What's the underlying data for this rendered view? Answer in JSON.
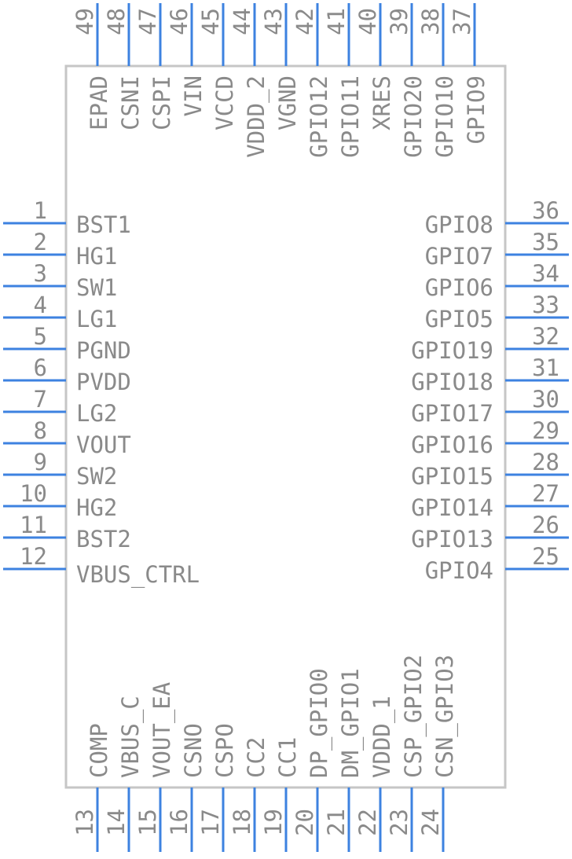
{
  "colors": {
    "pin": "#3d82e0",
    "body_outline": "#c6c6c6",
    "text": "#8a8a8a",
    "background": "#ffffff"
  },
  "left_pins": [
    {
      "num": "1",
      "label": "BST1"
    },
    {
      "num": "2",
      "label": "HG1"
    },
    {
      "num": "3",
      "label": "SW1"
    },
    {
      "num": "4",
      "label": "LG1"
    },
    {
      "num": "5",
      "label": "PGND"
    },
    {
      "num": "6",
      "label": "PVDD"
    },
    {
      "num": "7",
      "label": "LG2"
    },
    {
      "num": "8",
      "label": "VOUT"
    },
    {
      "num": "9",
      "label": "SW2"
    },
    {
      "num": "10",
      "label": "HG2"
    },
    {
      "num": "11",
      "label": "BST2"
    },
    {
      "num": "12",
      "label": "VBUS_CTRL"
    }
  ],
  "right_pins": [
    {
      "num": "36",
      "label": "GPIO8"
    },
    {
      "num": "35",
      "label": "GPIO7"
    },
    {
      "num": "34",
      "label": "GPIO6"
    },
    {
      "num": "33",
      "label": "GPIO5"
    },
    {
      "num": "32",
      "label": "GPIO19"
    },
    {
      "num": "31",
      "label": "GPIO18"
    },
    {
      "num": "30",
      "label": "GPIO17"
    },
    {
      "num": "29",
      "label": "GPIO16"
    },
    {
      "num": "28",
      "label": "GPIO15"
    },
    {
      "num": "27",
      "label": "GPIO14"
    },
    {
      "num": "26",
      "label": "GPIO13"
    },
    {
      "num": "25",
      "label": "GPIO4"
    }
  ],
  "top_pins": [
    {
      "num": "49",
      "label": "EPAD"
    },
    {
      "num": "48",
      "label": "CSNI"
    },
    {
      "num": "47",
      "label": "CSPI"
    },
    {
      "num": "46",
      "label": "VIN"
    },
    {
      "num": "45",
      "label": "VCCD"
    },
    {
      "num": "44",
      "label": "VDDD_2"
    },
    {
      "num": "43",
      "label": "VGND"
    },
    {
      "num": "42",
      "label": "GPIO12"
    },
    {
      "num": "41",
      "label": "GPIO11"
    },
    {
      "num": "40",
      "label": "XRES"
    },
    {
      "num": "39",
      "label": "GPIO20"
    },
    {
      "num": "38",
      "label": "GPIO10"
    },
    {
      "num": "37",
      "label": "GPIO9"
    }
  ],
  "bottom_pins": [
    {
      "num": "13",
      "label": "COMP"
    },
    {
      "num": "14",
      "label": "VBUS_C"
    },
    {
      "num": "15",
      "label": "VOUT_EA"
    },
    {
      "num": "16",
      "label": "CSNO"
    },
    {
      "num": "17",
      "label": "CSPO"
    },
    {
      "num": "18",
      "label": "CC2"
    },
    {
      "num": "19",
      "label": "CC1"
    },
    {
      "num": "20",
      "label": "DP_GPIO0"
    },
    {
      "num": "21",
      "label": "DM_GPIO1"
    },
    {
      "num": "22",
      "label": "VDDD_1"
    },
    {
      "num": "23",
      "label": "CSP_GPIO2"
    },
    {
      "num": "24",
      "label": "CSN_GPIO3"
    }
  ]
}
